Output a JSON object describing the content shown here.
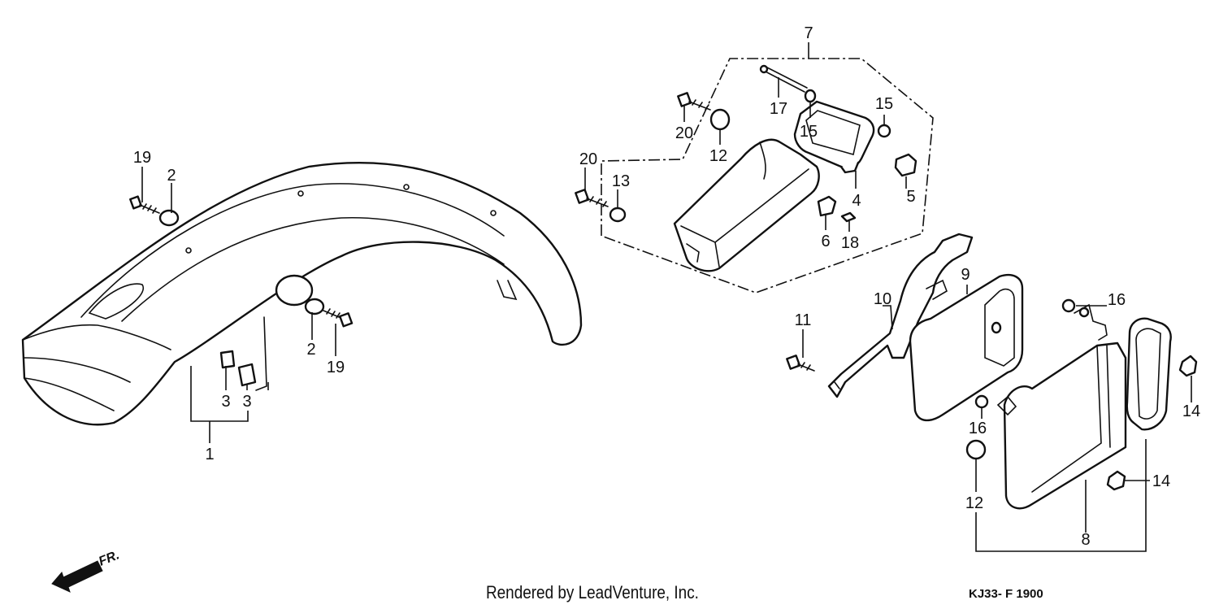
{
  "diagram": {
    "callouts": {
      "c1": "1",
      "c2a": "2",
      "c2b": "2",
      "c3a": "3",
      "c3b": "3",
      "c4": "4",
      "c5": "5",
      "c6": "6",
      "c7": "7",
      "c8": "8",
      "c9": "9",
      "c10": "10",
      "c11": "11",
      "c12a": "12",
      "c12b": "12",
      "c13": "13",
      "c14a": "14",
      "c14b": "14",
      "c15a": "15",
      "c15b": "15",
      "c16a": "16",
      "c16b": "16",
      "c17": "17",
      "c18": "18",
      "c19a": "19",
      "c19b": "19",
      "c20a": "20",
      "c20b": "20"
    },
    "front_marker": "FR."
  },
  "footer": {
    "credit": "Rendered by LeadVenture, Inc.",
    "code": "KJ33- F 1900"
  }
}
